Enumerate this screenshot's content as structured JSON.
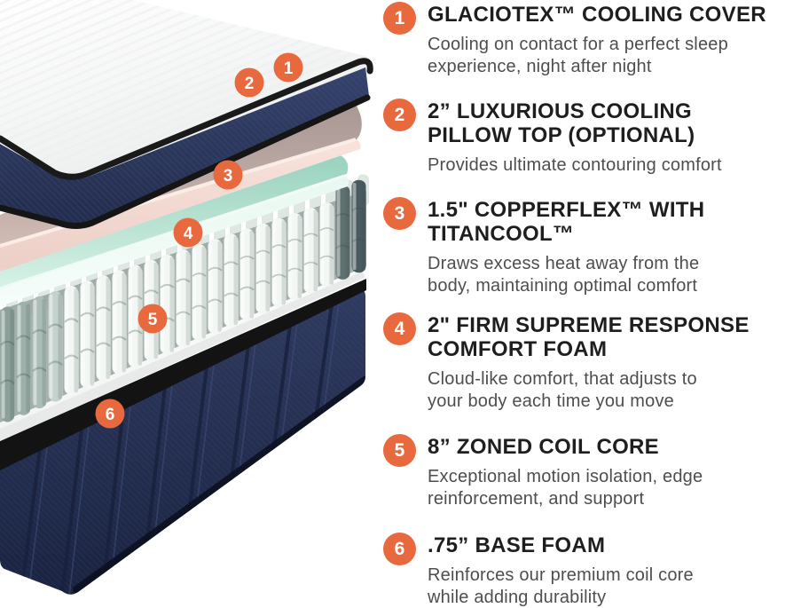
{
  "colors": {
    "accent": "#E7693D",
    "cover_navy_band": "#2C3A5E",
    "piping_black": "#161616",
    "pillow_top_surface": "#AC9C98",
    "pillow_top_edge": "#F5E0D9",
    "copperflex_top": "#A9DCC8",
    "copperflex_edge": "#EAF8F1",
    "coil_white": "#F3F7F4",
    "coil_left_edge": [
      "#8CA09A",
      "#9DB0AA",
      "#ABBDB7",
      "#C4D1CC"
    ],
    "coil_right_edge": [
      "#5E706F",
      "#495B5C"
    ],
    "base_foam_white": "#FAFBFA",
    "base_cover_navy": "#273252"
  },
  "sections": [
    {
      "number": "1",
      "title_lines": [
        "GLACIOTEX™ COOLING COVER"
      ],
      "desc_lines": [
        "Cooling on contact for a perfect sleep",
        "experience, night after night"
      ]
    },
    {
      "number": "2",
      "title_lines": [
        "2” LUXURIOUS COOLING",
        "PILLOW TOP (OPTIONAL)"
      ],
      "desc_lines": [
        "Provides ultimate contouring comfort"
      ]
    },
    {
      "number": "3",
      "title_lines": [
        "1.5\" COPPERFLEX™ WITH",
        "TITANCOOL™"
      ],
      "desc_lines": [
        "Draws excess heat away from the",
        "body, maintaining optimal comfort"
      ]
    },
    {
      "number": "4",
      "title_lines": [
        "2\" FIRM SUPREME RESPONSE",
        "COMFORT FOAM"
      ],
      "desc_lines": [
        "Cloud-like comfort, that adjusts to",
        "your body each time you move"
      ]
    },
    {
      "number": "5",
      "title_lines": [
        "8” ZONED COIL CORE"
      ],
      "desc_lines": [
        "Exceptional motion isolation, edge",
        "reinforcement, and support"
      ]
    },
    {
      "number": "6",
      "title_lines": [
        ".75” BASE FOAM"
      ],
      "desc_lines": [
        "Reinforces our premium coil core",
        "while adding durability"
      ]
    }
  ]
}
